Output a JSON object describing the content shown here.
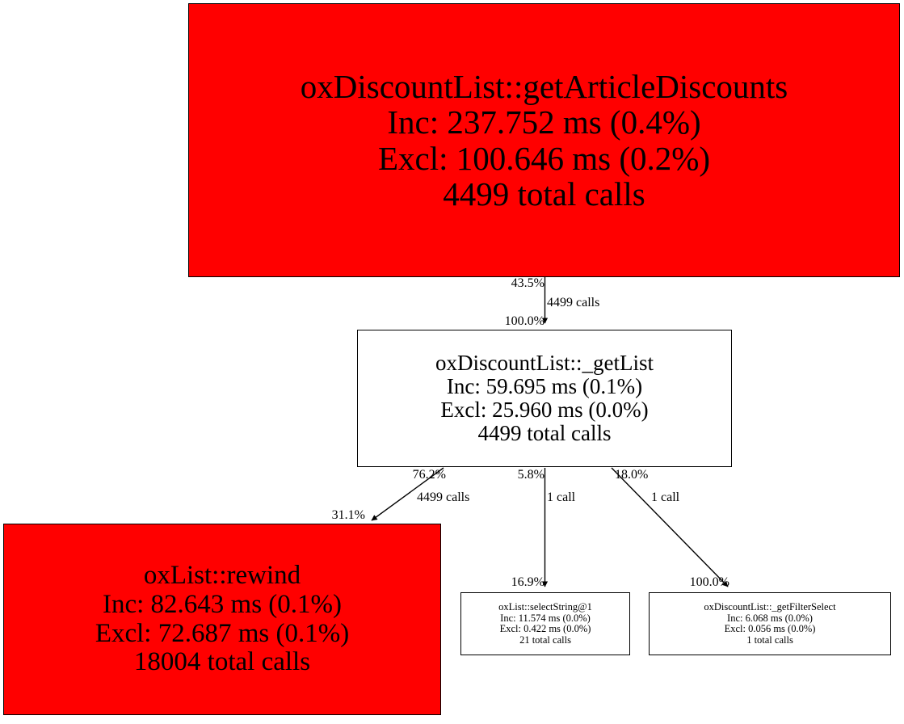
{
  "graph": {
    "background": "#ffffff",
    "highlight_color": "#FF0000",
    "node_color": "#FFFFFF",
    "border_color": "#000000",
    "nodes": [
      {
        "id": "getArticleDiscounts",
        "name": "oxDiscountList::getArticleDiscounts",
        "inclusive": "Inc: 237.752 ms (0.4%)",
        "exclusive": "Excl: 100.646 ms (0.2%)",
        "calls": "4499 total calls",
        "fill": "#FF0000"
      },
      {
        "id": "getList",
        "name": "oxDiscountList::_getList",
        "inclusive": "Inc: 59.695 ms (0.1%)",
        "exclusive": "Excl: 25.960 ms (0.0%)",
        "calls": "4499 total calls",
        "fill": "#FFFFFF"
      },
      {
        "id": "rewind",
        "name": "oxList::rewind",
        "inclusive": "Inc: 82.643 ms (0.1%)",
        "exclusive": "Excl: 72.687 ms (0.1%)",
        "calls": "18004 total calls",
        "fill": "#FF0000"
      },
      {
        "id": "selectString",
        "name": "oxList::selectString@1",
        "inclusive": "Inc: 11.574 ms (0.0%)",
        "exclusive": "Excl: 0.422 ms (0.0%)",
        "calls": "21 total calls",
        "fill": "#FFFFFF"
      },
      {
        "id": "getFilterSelect",
        "name": "oxDiscountList::_getFilterSelect",
        "inclusive": "Inc: 6.068 ms (0.0%)",
        "exclusive": "Excl: 0.056 ms (0.0%)",
        "calls": "1 total calls",
        "fill": "#FFFFFF"
      }
    ],
    "edges": [
      {
        "id": "e1",
        "from": "getArticleDiscounts",
        "to": "getList",
        "tail_percent": "43.5%",
        "calls": "4499 calls",
        "head_percent": "100.0%"
      },
      {
        "id": "e2",
        "from": "getList",
        "to": "rewind",
        "tail_percent": "76.2%",
        "calls": "4499 calls",
        "head_percent": "31.1%"
      },
      {
        "id": "e3",
        "from": "getList",
        "to": "selectString",
        "tail_percent": "5.8%",
        "calls": "1 call",
        "head_percent": "16.9%"
      },
      {
        "id": "e4",
        "from": "getList",
        "to": "getFilterSelect",
        "tail_percent": "18.0%",
        "calls": "1 call",
        "head_percent": "100.0%"
      }
    ]
  }
}
